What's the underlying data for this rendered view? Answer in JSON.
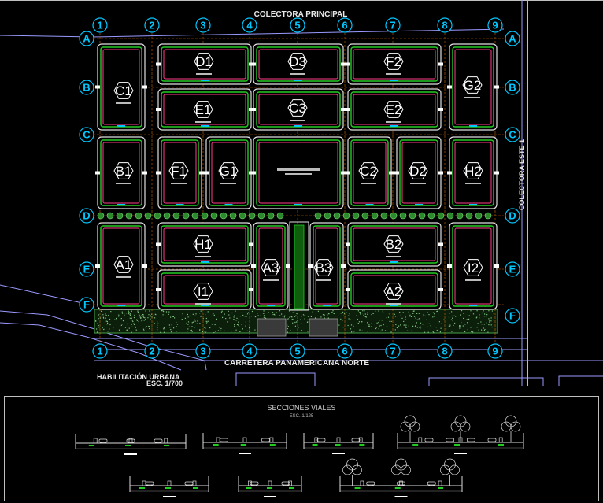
{
  "plan": {
    "top_road": "COLECTORA PRINCIPAL",
    "right_road": "COLECTORA ESTE 1",
    "bottom_road": "CARRETERA PANAMERICANA NORTE",
    "title": "HABILITACIÓN URBANA",
    "scale": "ESC. 1/700",
    "columns": [
      "1",
      "2",
      "3",
      "4",
      "5",
      "6",
      "7",
      "8",
      "9"
    ],
    "rows": [
      "A",
      "B",
      "C",
      "D",
      "E",
      "F"
    ],
    "blocks": [
      "D1",
      "D3",
      "F2",
      "C1",
      "G2",
      "E1",
      "C3",
      "E2",
      "B1",
      "F1",
      "G1",
      "C2",
      "D2",
      "H2",
      "H1",
      "B2",
      "A1",
      "A3",
      "B3",
      "I2",
      "I1",
      "A2"
    ]
  },
  "sections": {
    "title": "SECCIONES VIALES",
    "scale": "ESC. 1/125"
  },
  "colors": {
    "grid": "#00c8ff",
    "outline": "#e0e0e0",
    "parcel": "#ff3c8c",
    "green": "#22cc22",
    "text": "#e8e8e8"
  }
}
